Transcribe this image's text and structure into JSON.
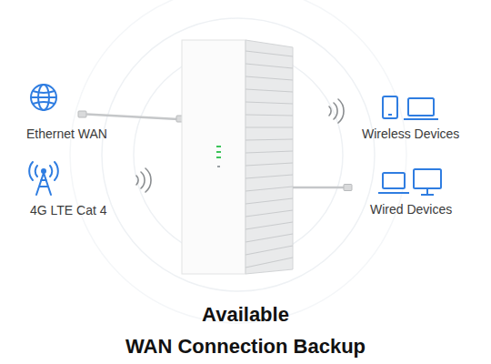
{
  "diagram": {
    "caption": "Available WAN Connection Backup",
    "labels": [
      "Ethernet WAN",
      "4G LTE Cat 4",
      "Wireless Devices",
      "Wired Devices"
    ]
  }
}
